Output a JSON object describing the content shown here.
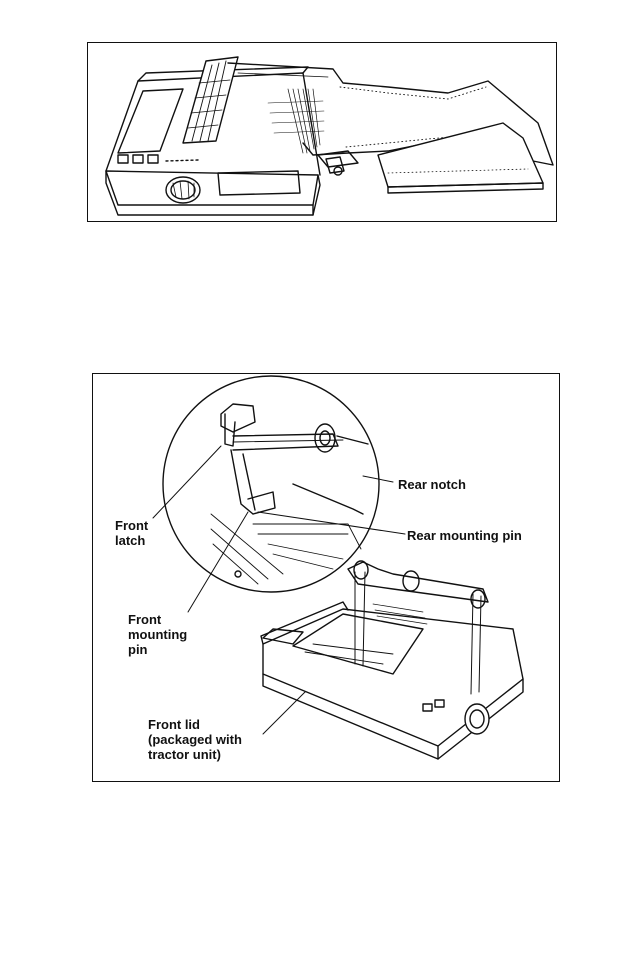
{
  "figure_top": {},
  "figure_bottom": {
    "labels": {
      "rear_notch": "Rear notch",
      "rear_mounting_pin": "Rear mounting pin",
      "front_latch": "Front\nlatch",
      "front_mounting_pin": "Front\nmounting\npin",
      "front_lid": "Front lid\n(packaged with\ntractor unit)"
    }
  }
}
